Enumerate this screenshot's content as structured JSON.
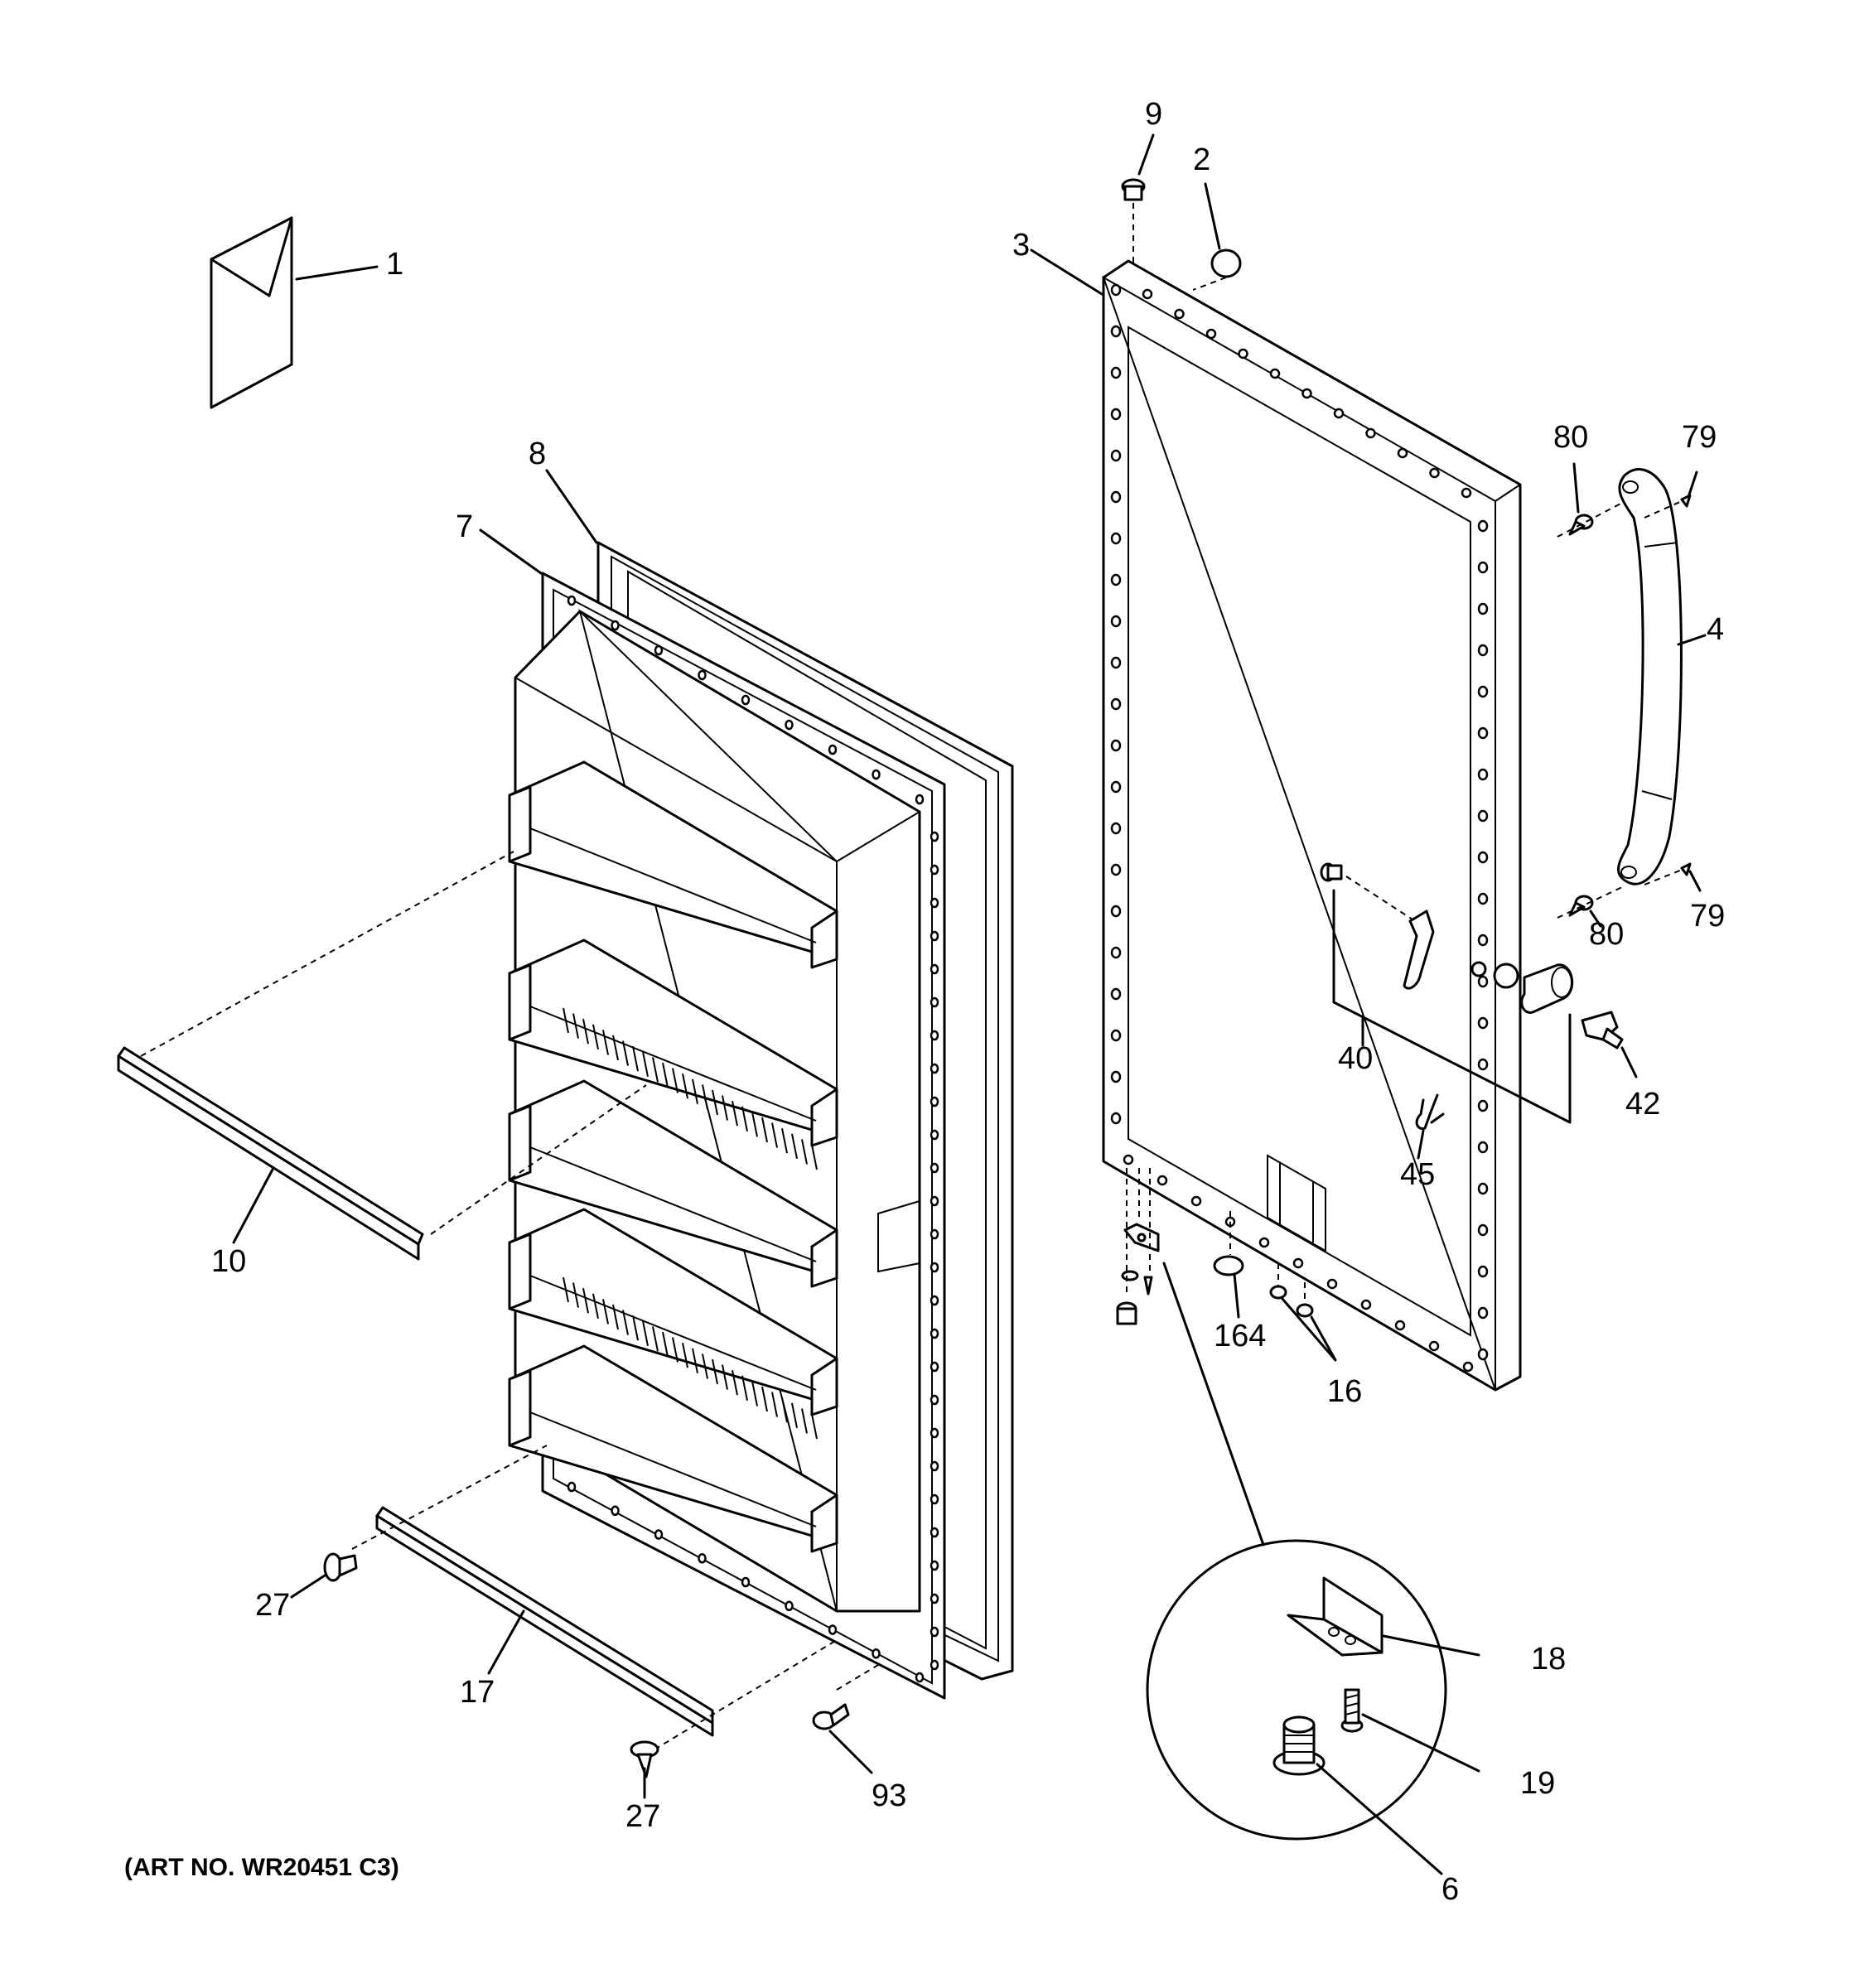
{
  "art_number": "(ART NO. WR20451 C3)",
  "callouts": [
    "1",
    "2",
    "3",
    "4",
    "6",
    "7",
    "8",
    "9",
    "10",
    "16",
    "17",
    "18",
    "19",
    "27",
    "27",
    "40",
    "42",
    "45",
    "79",
    "79",
    "80",
    "80",
    "93",
    "164"
  ]
}
